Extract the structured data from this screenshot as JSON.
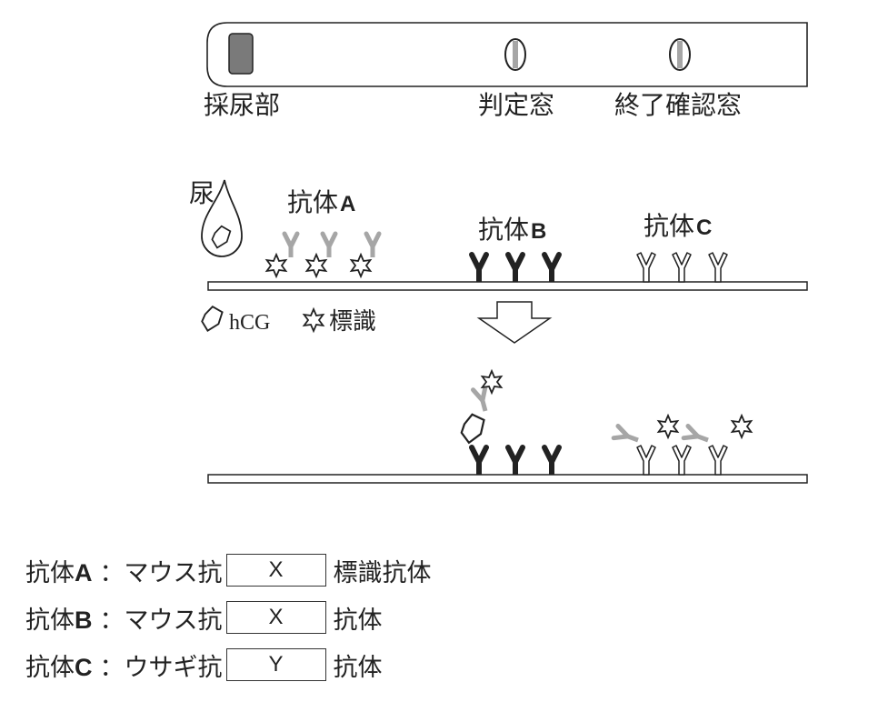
{
  "test_strip": {
    "labels": {
      "sample_part": "採尿部",
      "result_window": "判定窓",
      "end_window": "終了確認窓"
    }
  },
  "reaction": {
    "urine_label": "尿",
    "antibody_a": {
      "prefix": "抗体",
      "letter": "A"
    },
    "antibody_b": {
      "prefix": "抗体",
      "letter": "B"
    },
    "antibody_c": {
      "prefix": "抗体",
      "letter": "C"
    },
    "legend": {
      "hcg": "hCG",
      "label": "標識"
    }
  },
  "key": [
    {
      "prefix": "抗体",
      "letter": "A",
      "species": "：マウス抗",
      "blank": "X",
      "suffix": "標識抗体"
    },
    {
      "prefix": "抗体",
      "letter": "B",
      "species": "：マウス抗",
      "blank": "X",
      "suffix": "抗体"
    },
    {
      "prefix": "抗体",
      "letter": "C",
      "species": "：ウサギ抗",
      "blank": "Y",
      "suffix": "抗体"
    }
  ],
  "colors": {
    "ink": "#222222",
    "gray": "#a6a6a6",
    "sample_pad": "#7a7a7a"
  }
}
